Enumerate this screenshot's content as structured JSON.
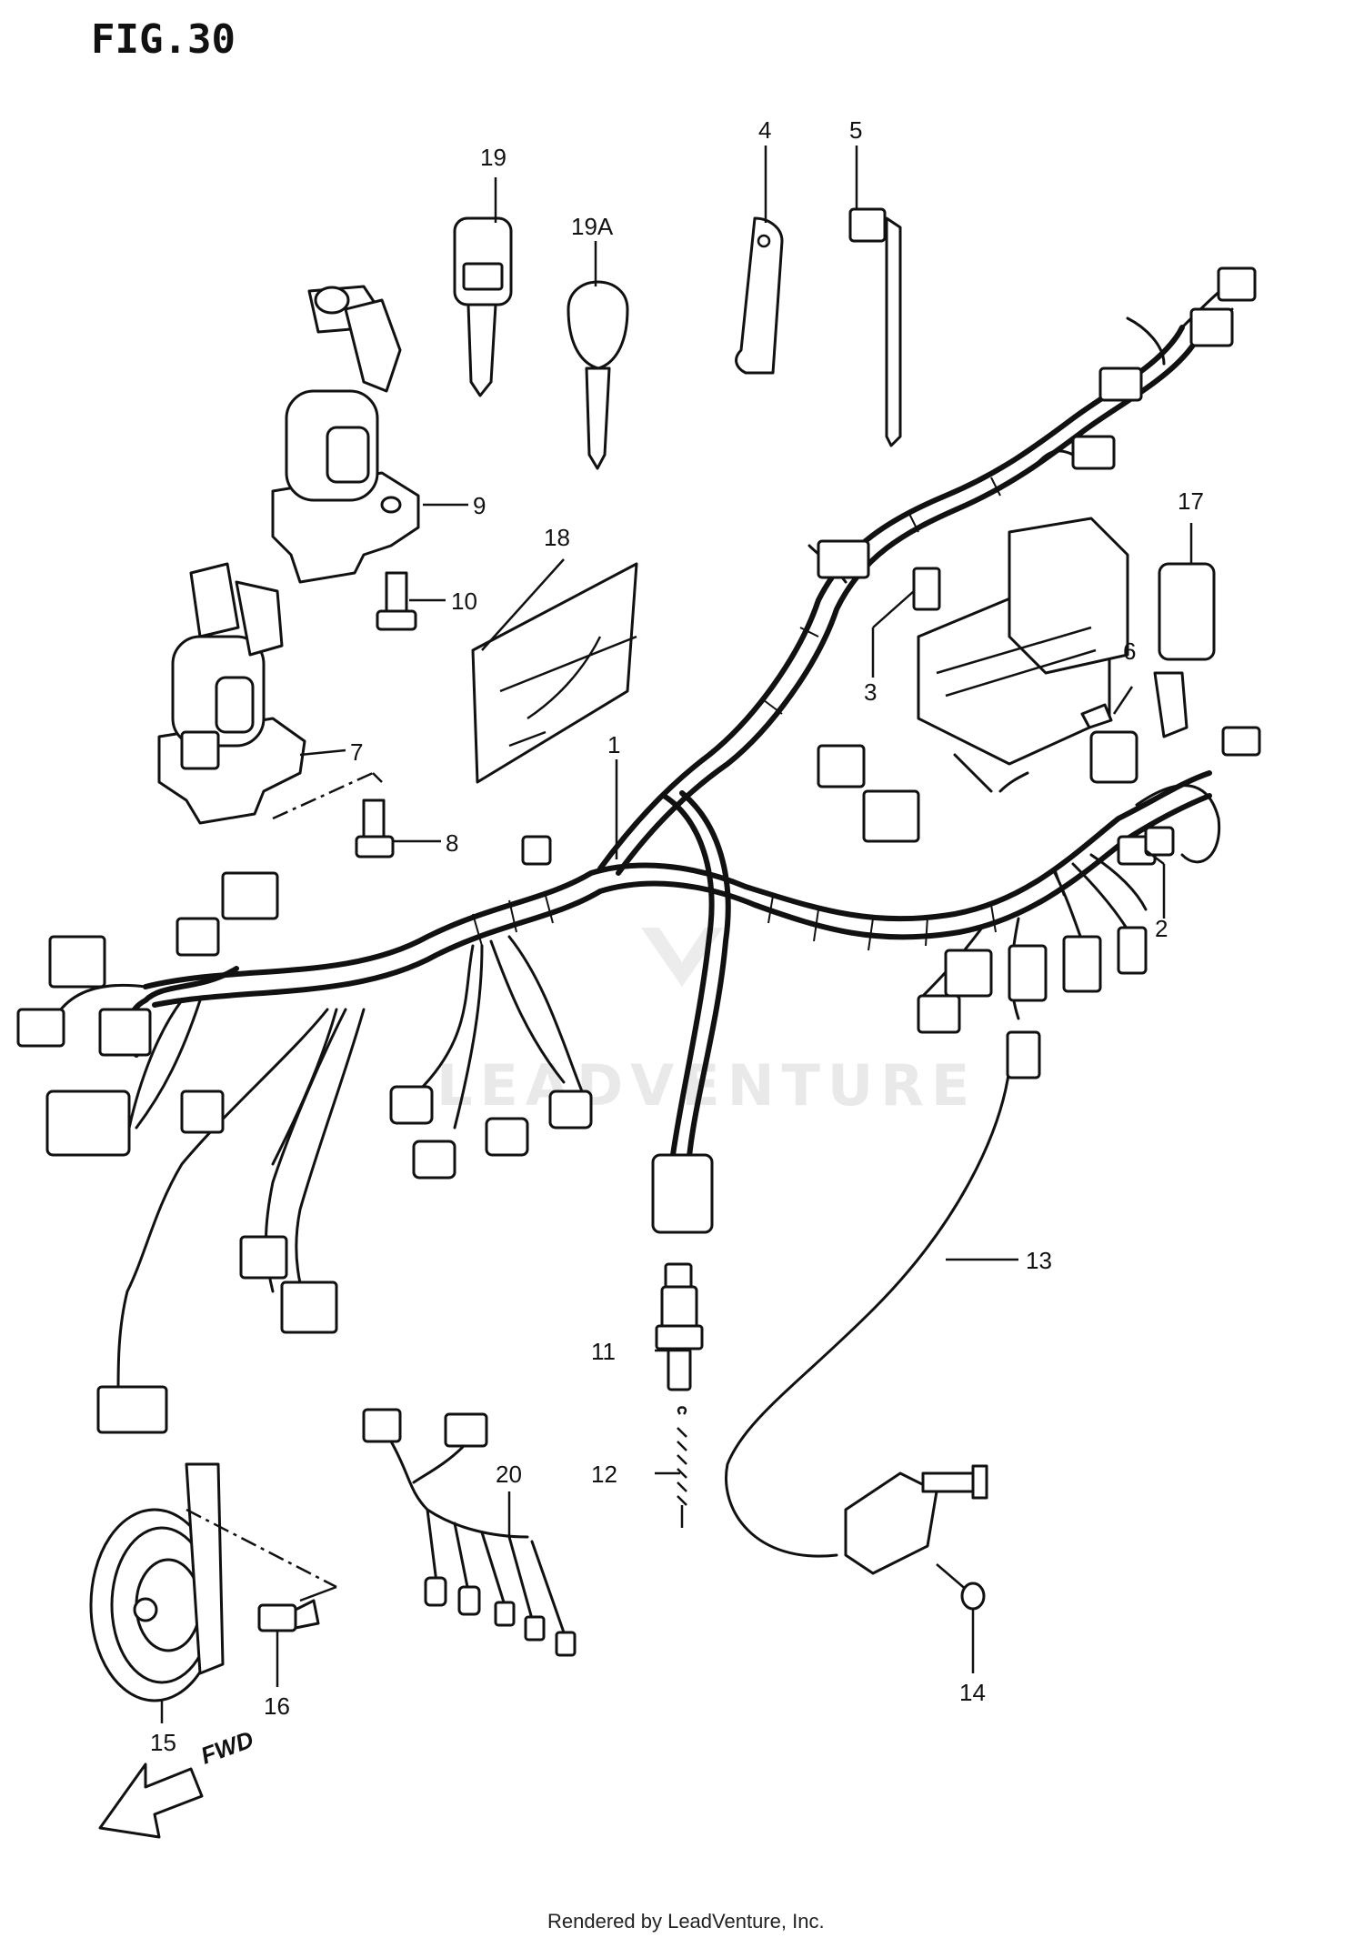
{
  "figure": {
    "title": "FIG.30"
  },
  "callouts": [
    "1",
    "2",
    "3",
    "4",
    "5",
    "6",
    "7",
    "8",
    "9",
    "10",
    "11",
    "12",
    "13",
    "14",
    "15",
    "16",
    "17",
    "18",
    "19",
    "19A",
    "20"
  ],
  "watermark": "LEADVENTURE",
  "direction_label": "FWD",
  "credit": "Rendered by LeadVenture, Inc."
}
